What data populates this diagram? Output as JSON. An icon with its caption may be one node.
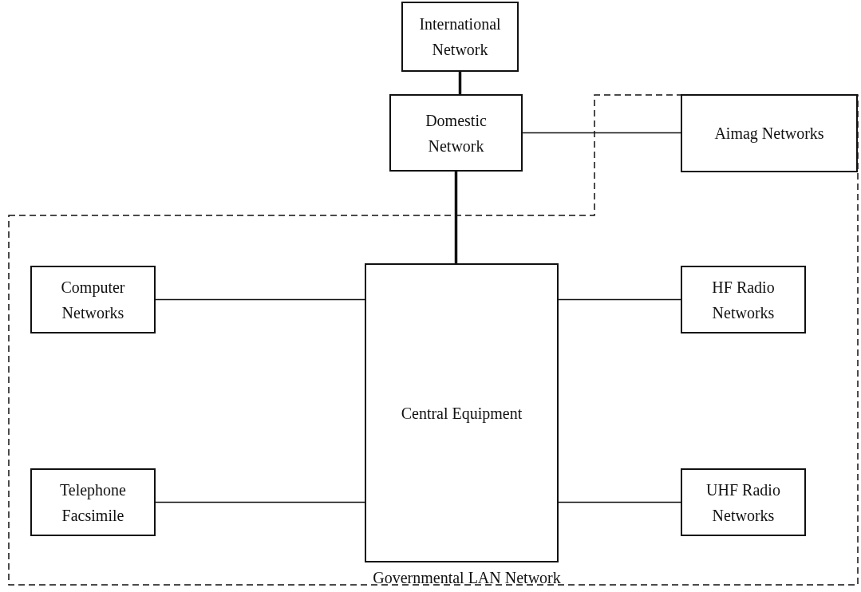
{
  "diagram": {
    "nodes": [
      {
        "text": [
          "International Network"
        ]
      },
      {
        "text": [
          "Domestic Network"
        ]
      },
      {
        "text": [
          "Governmental LAN Network"
        ]
      },
      {
        "text": [
          "Aimag Networks"
        ],
        "in": 2
      },
      {
        "text": [
          "Computer Networks"
        ],
        "in": 2
      },
      {
        "text": [
          "Central Equipment"
        ],
        "in": 2
      },
      {
        "text": [
          "HF Radio Networks"
        ],
        "in": 2
      },
      {
        "text": [
          "Telephone Facsimile"
        ],
        "in": 2
      },
      {
        "text": [
          "UHF Radio Networks"
        ],
        "in": 2
      }
    ],
    "edges": [
      {
        "from": 0,
        "to": 1,
        "arrow": "none",
        "style": "thick"
      },
      {
        "from": 1,
        "to": 3,
        "arrow": "none"
      },
      {
        "from": 1,
        "to": 5,
        "arrow": "none",
        "style": "thick"
      },
      {
        "from": 4,
        "to": 5,
        "arrow": "none"
      },
      {
        "from": 5,
        "to": 6,
        "arrow": "none"
      },
      {
        "from": 7,
        "to": 5,
        "arrow": "none"
      },
      {
        "from": 5,
        "to": 8,
        "arrow": "none"
      }
    ]
  }
}
